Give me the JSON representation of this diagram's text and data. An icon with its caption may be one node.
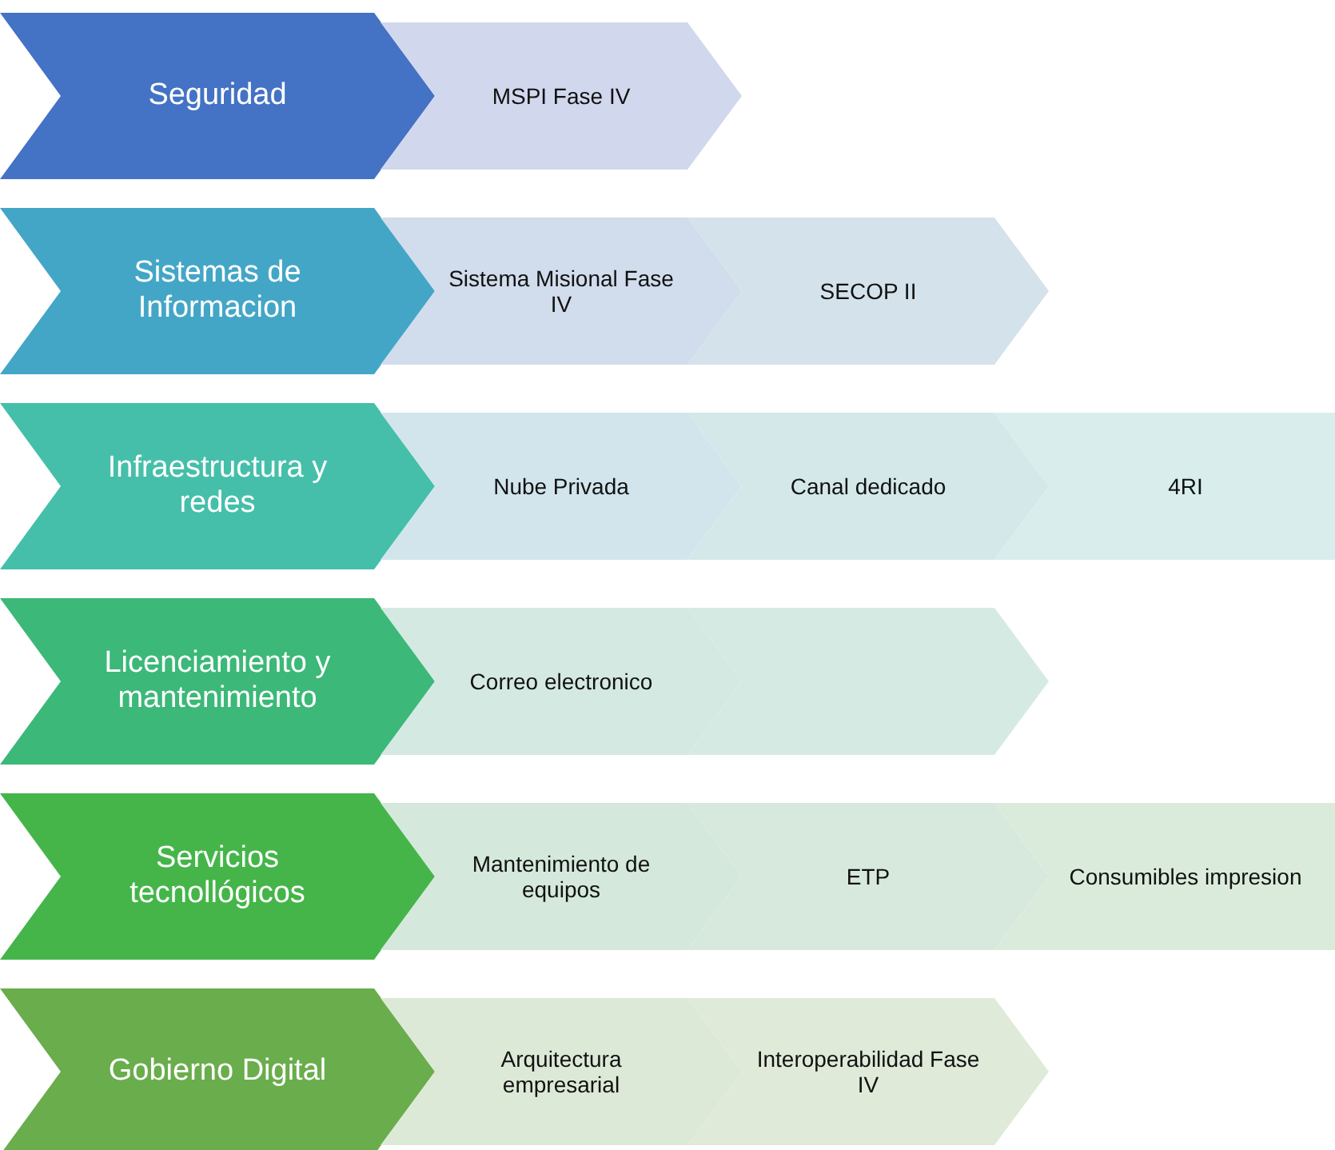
{
  "diagram": {
    "nodes": [
      {
        "text": [
          "Seguridad"
        ]
      },
      {
        "text": [
          "MSPI Fase IV"
        ]
      },
      {
        "text": [
          "Sistemas de Informacion"
        ]
      },
      {
        "text": [
          "Sistema Misional Fase IV"
        ]
      },
      {
        "text": [
          "SECOP II"
        ]
      },
      {
        "text": [
          "Infraestructura y redes"
        ]
      },
      {
        "text": [
          "Nube Privada"
        ]
      },
      {
        "text": [
          "Canal dedicado"
        ]
      },
      {
        "text": [
          "4RI"
        ]
      },
      {
        "text": [
          "Licenciamiento y mantenimiento"
        ]
      },
      {
        "text": [
          "Correo electronico"
        ]
      },
      {
        "text": [],
        "shape": "chevron"
      },
      {
        "text": [
          "Servicios tecnollógicos"
        ]
      },
      {
        "text": [
          "Mantenimiento de equipos"
        ]
      },
      {
        "text": [
          "ETP"
        ]
      },
      {
        "text": [
          "Consumibles impresion"
        ]
      },
      {
        "text": [
          "Gobierno Digital"
        ]
      },
      {
        "text": [
          "Arquitectura empresarial"
        ]
      },
      {
        "text": [
          "Interoperabilidad Fase IV"
        ]
      }
    ]
  }
}
